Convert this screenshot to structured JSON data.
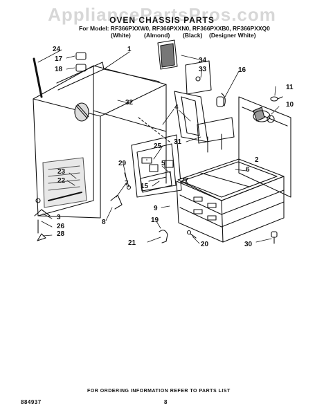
{
  "watermark": "AppliancePartsPros.com",
  "header": {
    "title": "OVEN CHASSIS PARTS",
    "model_line": "For Model: RF366PXXW0, RF366PXXN0, RF366PXXB0,    RF366PXXQ0",
    "colors": [
      "(White)",
      "(Almond)",
      "(Black)",
      "(Designer White)"
    ]
  },
  "callouts": [
    "1",
    "2",
    "3",
    "4",
    "5",
    "6",
    "7",
    "8",
    "9",
    "10",
    "11",
    "15",
    "16",
    "17",
    "18",
    "19",
    "20",
    "21",
    "22",
    "23",
    "24",
    "25",
    "26",
    "27",
    "28",
    "29",
    "30",
    "31",
    "32",
    "33",
    "34"
  ],
  "footer": {
    "part_number": "884937",
    "instruction": "FOR ORDERING INFORMATION REFER TO PARTS LIST",
    "page": "8"
  }
}
